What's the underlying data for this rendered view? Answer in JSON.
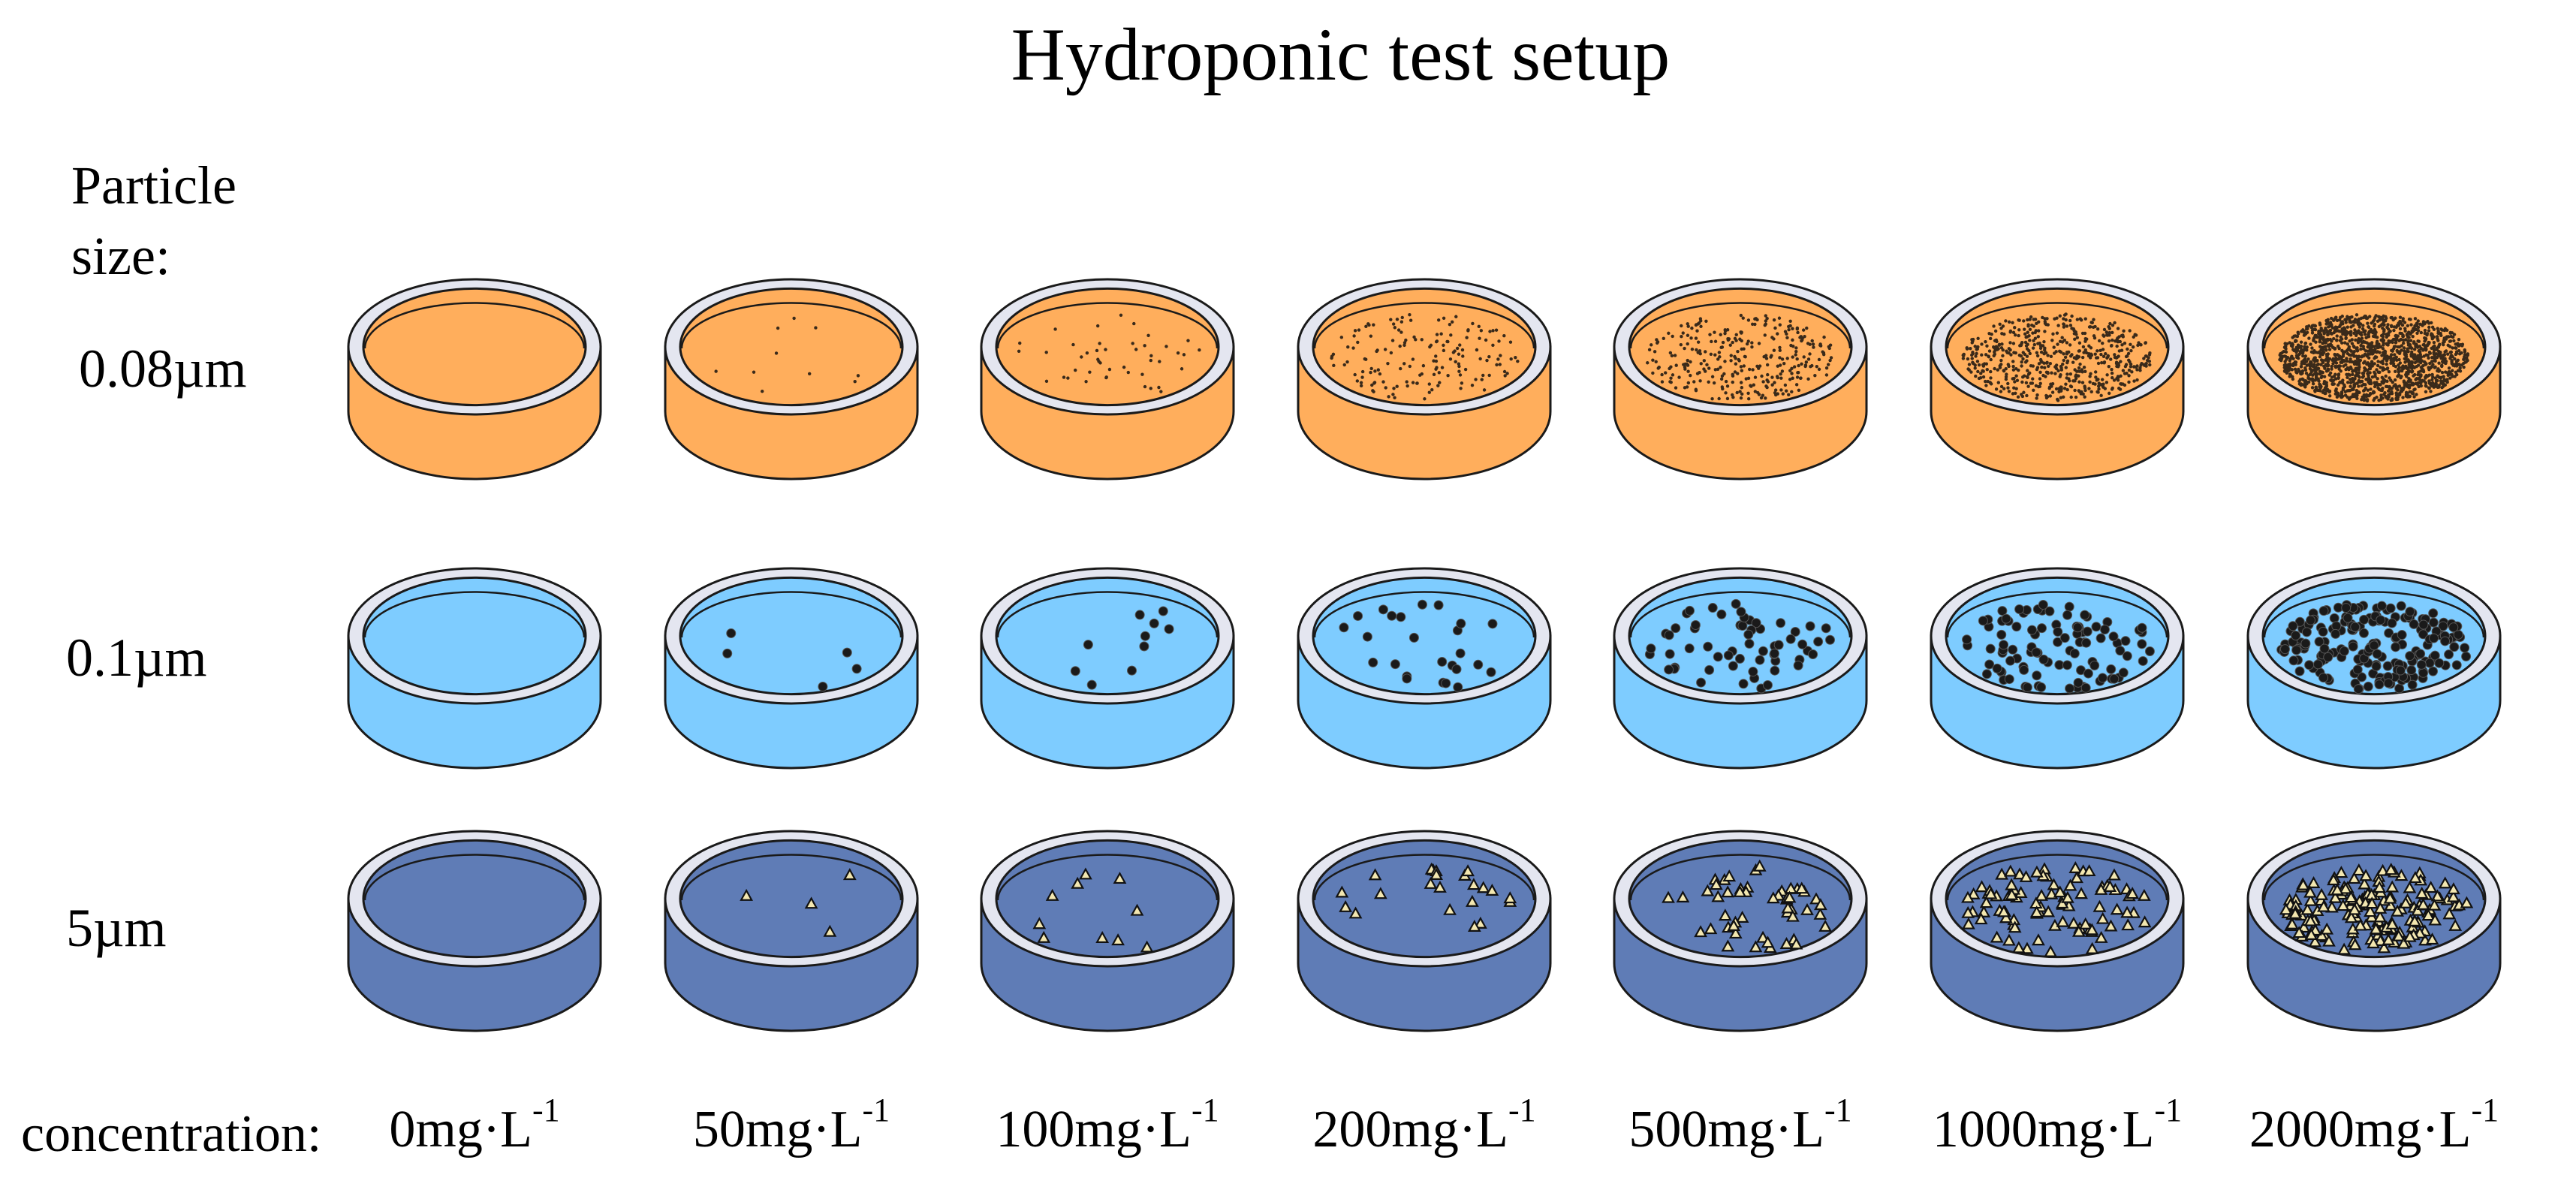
{
  "title": "Hydroponic test setup",
  "particle_heading_line1": "Particle",
  "particle_heading_line2": "size:",
  "concentration_heading": "concentration:",
  "concentrations": [
    {
      "value": "0mg·L",
      "sup": "-1",
      "level": 0
    },
    {
      "value": "50mg·L",
      "sup": "-1",
      "level": 50
    },
    {
      "value": "100mg·L",
      "sup": "-1",
      "level": 100
    },
    {
      "value": "200mg·L",
      "sup": "-1",
      "level": 200
    },
    {
      "value": "500mg·L",
      "sup": "-1",
      "level": 500
    },
    {
      "value": "1000mg·L",
      "sup": "-1",
      "level": 1000
    },
    {
      "value": "2000mg·L",
      "sup": "-1",
      "level": 2000
    }
  ],
  "rows": [
    {
      "size_label": "0.08µm",
      "color": "#FFAE5C",
      "marker": "fine-dot"
    },
    {
      "size_label": "0.1µm",
      "color": "#7ECCFF",
      "marker": "dot"
    },
    {
      "size_label": "5µm",
      "color": "#5F7CB6",
      "marker": "triangle"
    }
  ],
  "rim_color": "#E4E6F0",
  "outline_color": "#1A1A1A"
}
